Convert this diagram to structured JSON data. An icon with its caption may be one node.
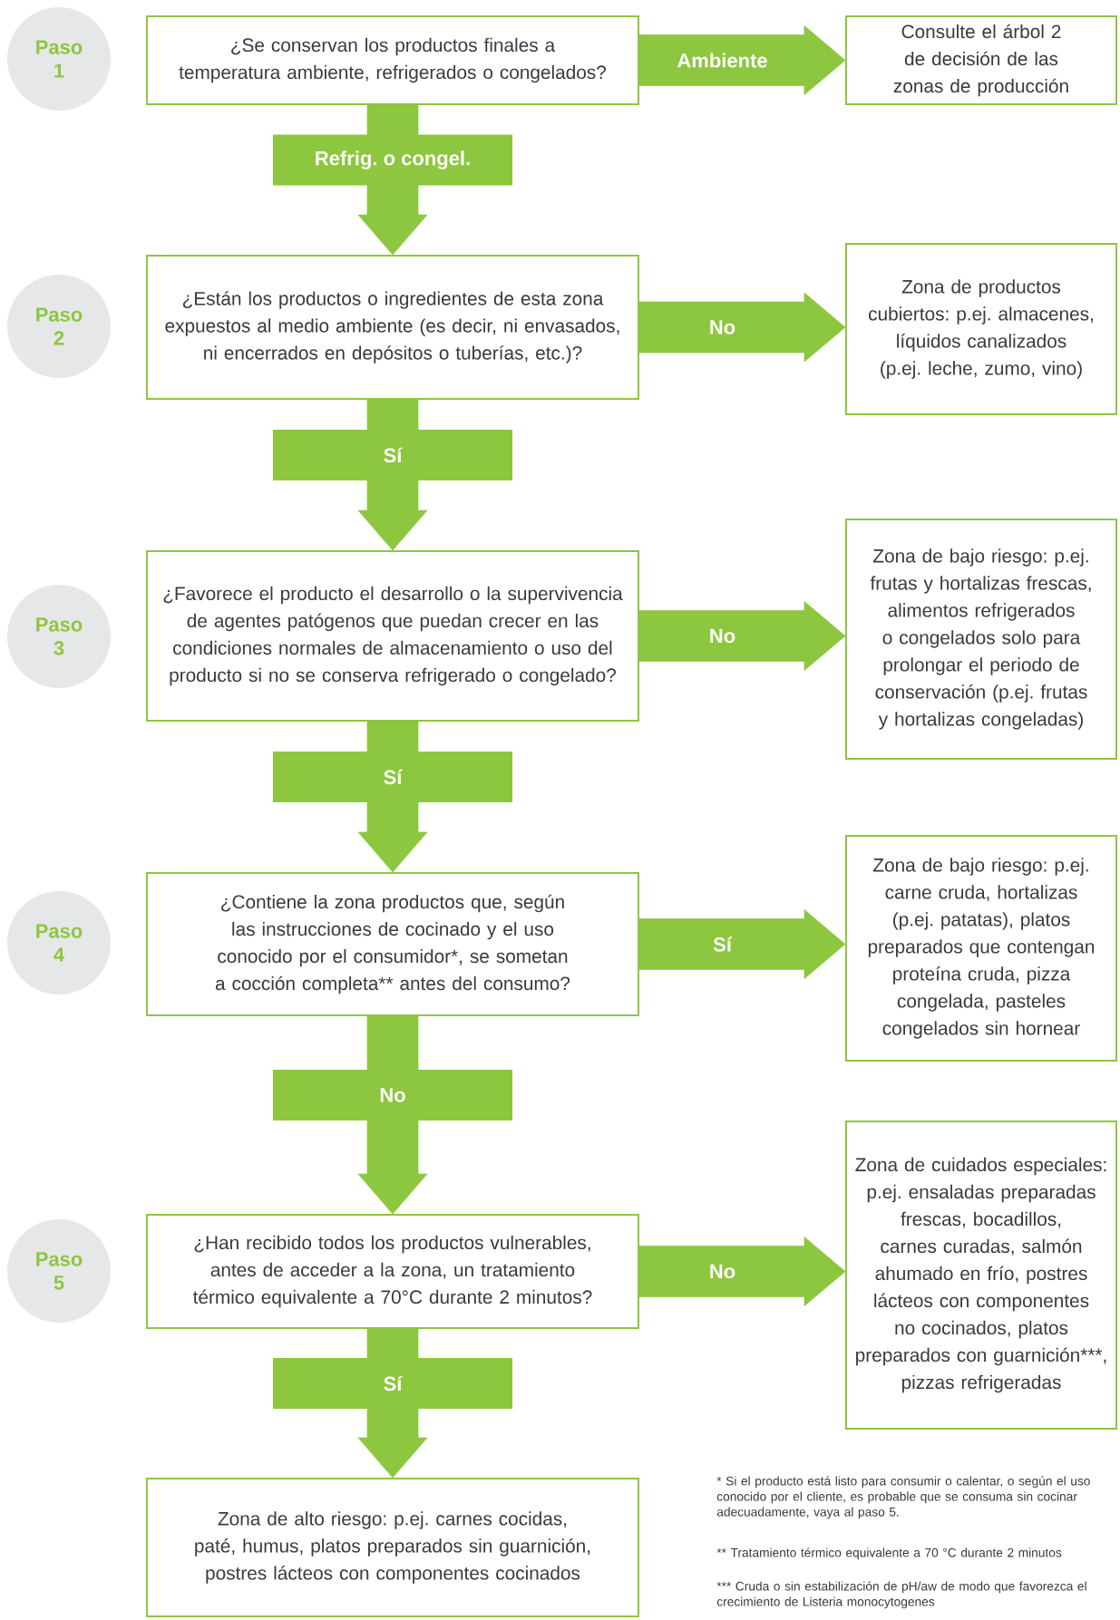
{
  "diagram": {
    "nodes": [
      {
        "text": [
          "Paso 1"
        ]
      },
      {
        "text": [
          "¿Se conservan los productos finales a temperatura ambiente, refrigerados o congelados?"
        ]
      },
      {
        "text": [
          "Consulte el árbol 2 de decisión de las zonas de producción"
        ]
      },
      {
        "text": [
          "Paso 2"
        ]
      },
      {
        "text": [
          "¿Están los productos o ingredientes de esta zona expuestos al medio ambiente (es decir, ni envasados, ni encerrados en depósitos o tuberías, etc.)?"
        ]
      },
      {
        "text": [
          "Zona de productos cubiertos: p.ej. almacenes, líquidos canalizados (p.ej. leche, zumo, vino)"
        ]
      },
      {
        "text": [
          "Paso 3"
        ]
      },
      {
        "text": [
          "¿Favorece el producto el desarrollo o la supervivencia de agentes patógenos que puedan crecer en las condiciones normales de almacenamiento o uso del producto si no se conserva refrigerado o congelado?"
        ]
      },
      {
        "text": [
          "Zona de bajo riesgo: p.ej. frutas y hortalizas frescas, alimentos refrigerados o congelados solo para prolongar el periodo de conservación (p.ej. frutas y hortalizas congeladas)"
        ]
      },
      {
        "text": [
          "Paso 4"
        ]
      },
      {
        "text": [
          "¿Contiene la zona productos que, según las instrucciones de cocinado y el uso conocido por el consumidor*, se sometan a cocción completa** antes del consumo?"
        ]
      },
      {
        "text": [
          "Zona de bajo riesgo: p.ej. carne cruda, hortalizas (p.ej. patatas), platos preparados que contengan proteína cruda, pizza congelada, pasteles congelados sin hornear"
        ]
      },
      {
        "text": [
          "Paso 5"
        ]
      },
      {
        "text": [
          "¿Han recibido todos los productos vulnerables, antes de acceder a la zona, un tratamiento térmico equivalente a 70°C durante 2 minutos?"
        ]
      },
      {
        "text": [
          "Zona de cuidados especiales: p.ej. ensaladas preparadas frescas, bocadillos, carnes curadas, salmón ahumado en frío, postres lácteos con componentes no cocinados, platos preparados con guarnición***, pizzas refrigeradas"
        ]
      },
      {
        "text": [
          "Zona de alto riesgo: p.ej. carnes cocidas, paté, humus, platos preparados sin guarnición, postres lácteos con componentes cocinados"
        ]
      }
    ],
    "edges": [
      {
        "from": 1,
        "to": 2,
        "arrow": "to",
        "label": "Ambiente"
      },
      {
        "from": 1,
        "to": 4,
        "arrow": "to",
        "label": "Refrig. o congel."
      },
      {
        "from": 4,
        "to": 5,
        "arrow": "to",
        "label": "No"
      },
      {
        "from": 4,
        "to": 7,
        "arrow": "to",
        "label": "Sí"
      },
      {
        "from": 7,
        "to": 8,
        "arrow": "to",
        "label": "No"
      },
      {
        "from": 7,
        "to": 10,
        "arrow": "to",
        "label": "Sí"
      },
      {
        "from": 10,
        "to": 11,
        "arrow": "to",
        "label": "Sí"
      },
      {
        "from": 10,
        "to": 13,
        "arrow": "to",
        "label": "No"
      },
      {
        "from": 13,
        "to": 14,
        "arrow": "to",
        "label": "No"
      },
      {
        "from": 13,
        "to": 15,
        "arrow": "to",
        "label": "Sí"
      }
    ],
    "labels": [
      "* Si el producto está listo para consumir o calentar, o según el uso conocido por el cliente, es probable que se consuma sin cocinar adecuadamente, vaya al paso 5.",
      "** Tratamiento térmico equivalente a 70 °C durante 2 minutos",
      "*** Cruda o sin estabilización de pH/aw de modo que favorezca el crecimiento de Listeria monocytogenes"
    ]
  }
}
